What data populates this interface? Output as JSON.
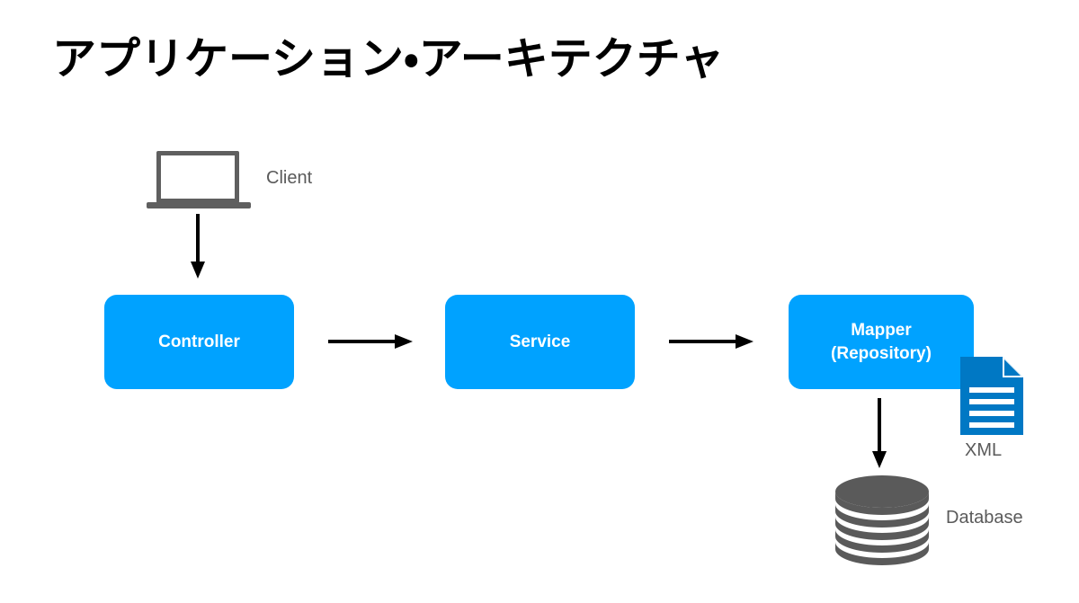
{
  "page": {
    "title": "アプリケーション・アーキテクチャ",
    "background_color": "#FFFFFF"
  },
  "colors": {
    "box_blue": "#00A2FF",
    "xml_blue": "#0078C4",
    "icon_gray": "#5A5A5A",
    "laptop_gray": "#5F5F5F",
    "arrow_black": "#000000",
    "box_text": "#FFFFFF"
  },
  "nodes": {
    "client": {
      "label": "Client",
      "icon": "laptop-icon"
    },
    "controller": {
      "label": "Controller"
    },
    "service": {
      "label": "Service"
    },
    "mapper": {
      "label_line1": "Mapper",
      "label_line2": "(Repository)"
    },
    "xml": {
      "label": "XML",
      "icon": "document-file-icon"
    },
    "database": {
      "label": "Database",
      "icon": "database-cylinder-icon"
    }
  },
  "edges": [
    {
      "id": "client-to-controller",
      "from": "client",
      "to": "controller",
      "direction": "down",
      "label": ""
    },
    {
      "id": "controller-to-service",
      "from": "controller",
      "to": "service",
      "direction": "right",
      "label": ""
    },
    {
      "id": "service-to-mapper",
      "from": "service",
      "to": "mapper",
      "direction": "right",
      "label": ""
    },
    {
      "id": "mapper-to-database",
      "from": "mapper",
      "to": "database",
      "direction": "down",
      "label": ""
    }
  ]
}
